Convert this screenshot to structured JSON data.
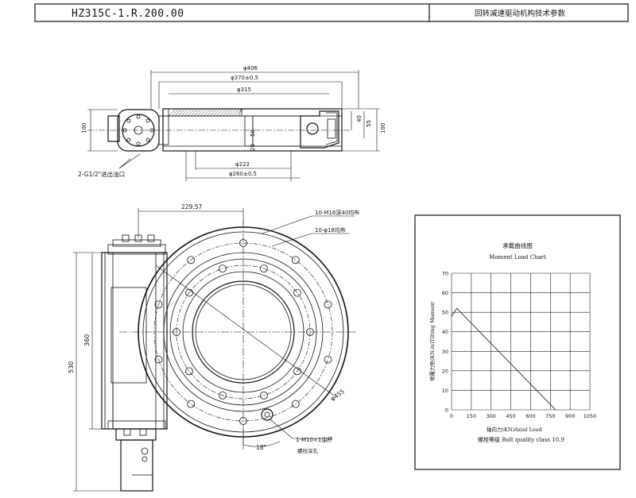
{
  "title_block": {
    "model": "HZ315C-1.R.200.00",
    "description": "回转减速驱动机构技术参数"
  },
  "section_view": {
    "dims": {
      "d406": "φ406",
      "d370": "φ370±0.5",
      "d315": "φ315",
      "d222": "φ222",
      "d260": "φ260±0.5",
      "h100_left": "100",
      "h100_right": "100",
      "h50": "50",
      "h20": "20",
      "h40": "40",
      "h55": "55"
    },
    "oil_port_note": "2-G1/2\"进出油口"
  },
  "plan_view": {
    "dims": {
      "w229": "229.57",
      "h530": "530",
      "h360": "360",
      "d455": "φ455",
      "a18": "18°"
    },
    "notes": {
      "m16_holes": "10-M16深40均布",
      "d18_holes": "10-φ18均布",
      "m10_hole": "1-M10×1油杯",
      "m10_sub": "螺纹深孔"
    }
  },
  "load_chart": {
    "title_cn": "承载曲线图",
    "title_en": "Moment Load Chart",
    "bolt_note": "螺栓等级 Bolt quality class 10.9"
  },
  "chart_data": {
    "type": "line",
    "title": "承载曲线图 Moment Load Chart",
    "xlabel": "轴向力(KN)Axial Load",
    "ylabel": "倾覆力矩(KN.m)Tilting Moment",
    "x_ticks": [
      0,
      150,
      300,
      450,
      600,
      750,
      900,
      1050
    ],
    "y_ticks": [
      0,
      10,
      20,
      30,
      40,
      50,
      60,
      70
    ],
    "xlim": [
      0,
      1050
    ],
    "ylim": [
      0,
      70
    ],
    "grid": true,
    "series": [
      {
        "x": [
          0,
          40,
          790
        ],
        "y": [
          48,
          52,
          0
        ]
      }
    ]
  }
}
